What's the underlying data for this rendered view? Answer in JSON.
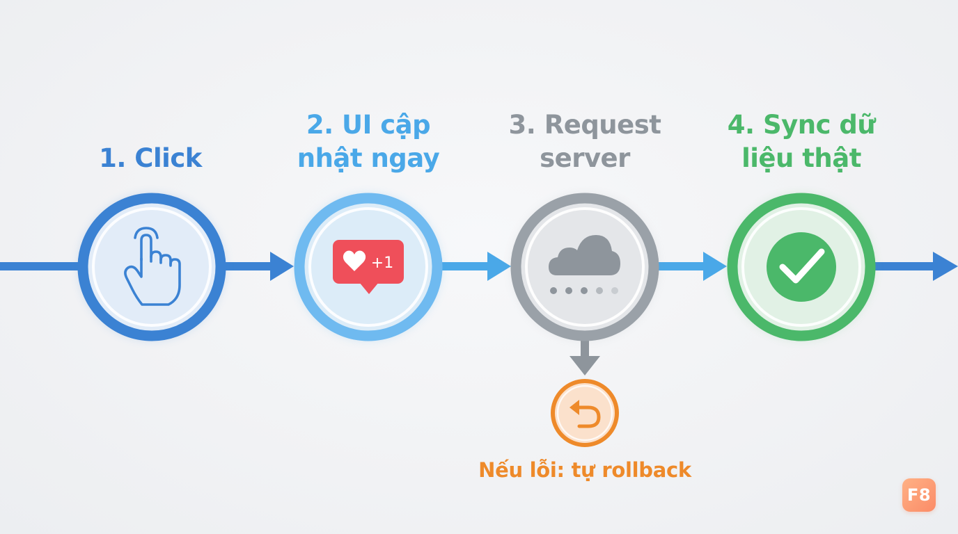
{
  "colors": {
    "blue": "#3b82d3",
    "light_blue": "#4aa8e8",
    "gray": "#8e959c",
    "green": "#4bb86a",
    "orange": "#ee8a2a",
    "red": "#ef4f5a"
  },
  "steps": [
    {
      "line1": "1. Click",
      "line2": "",
      "icon": "pointer-hand-icon"
    },
    {
      "line1": "2. UI cập",
      "line2": "nhật ngay",
      "icon": "heart-like-badge-icon",
      "badge_text": "+1"
    },
    {
      "line1": "3. Request",
      "line2": "server",
      "icon": "cloud-loading-icon"
    },
    {
      "line1": "4. Sync dữ",
      "line2": "liệu thật",
      "icon": "checkmark-icon"
    }
  ],
  "rollback": {
    "label": "Nếu lỗi: tự rollback",
    "icon": "undo-icon"
  },
  "brand": {
    "badge": "F8"
  }
}
